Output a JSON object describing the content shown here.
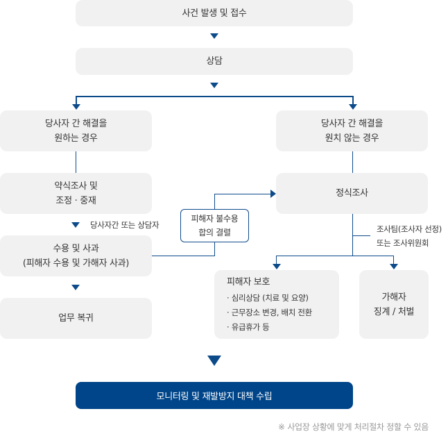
{
  "flow": {
    "step_receipt": "사건 발생 및 접수",
    "step_consult": "상담",
    "branch_left": {
      "line1": "당사자 간 해결을",
      "line2": "원하는 경우"
    },
    "branch_right": {
      "line1": "당사자 간 해결을",
      "line2": "원치 않는 경우"
    },
    "informal_investigation": {
      "line1": "약식조사 및",
      "line2": "조정 · 중재"
    },
    "formal_investigation": "정식조사",
    "mediator_label": "당사자간 또는 상담자",
    "acceptance": {
      "line1": "수용 및 사과",
      "line2": "(피해자 수용 및 가해자 사과)"
    },
    "rejection": {
      "line1": "피해자 불수용",
      "line2": "합의 결렬"
    },
    "investigator_label": {
      "line1": "조사팀(조사자 선정)",
      "line2": "또는 조사위원회"
    },
    "victim_protection": {
      "title": "피해자 보호",
      "items": [
        "· 심리상담 (치료 및 요양)",
        "· 근무장소 변경, 배치 전환",
        "· 유급휴가 등"
      ]
    },
    "perpetrator": {
      "line1": "가해자",
      "line2": "징계 / 처벌"
    },
    "return_to_work": "업무 복귀",
    "final_step": "모니터링 및 재발방지 대책 수립"
  },
  "footnote": "※ 사업장 상황에 맞게 처리절차 정할 수 있음",
  "colors": {
    "accent": "#004589",
    "line": "#0c4a8a",
    "box": "#f1f1f1"
  }
}
